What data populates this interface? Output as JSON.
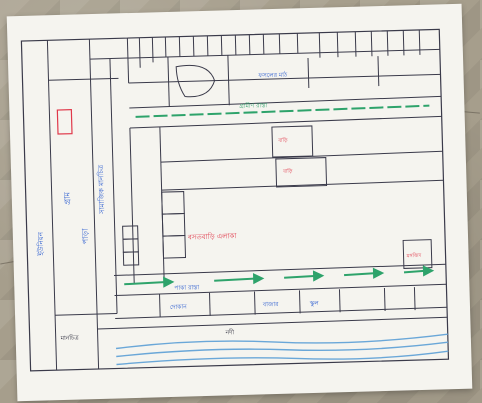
{
  "map": {
    "colors": {
      "ink_black": "#2a2a3a",
      "ink_blue": "#2f5fd0",
      "ink_green": "#2ea36b",
      "ink_red": "#e0384a"
    },
    "labels": {
      "left_vertical_text_1": "ইউনিয়ন",
      "left_vertical_text_2": "গ্রাম",
      "left_vertical_text_3": "পাড়া",
      "left_vertical_text_4": "সামাজিক মানচিত্র",
      "road_label_green_top": "গ্রামীণ রাস্তা",
      "field_label_top": "ফসলের মাঠ",
      "red_small_1": "বাড়ি",
      "red_small_2": "বাড়ি",
      "red_main_label": "বসতবাড়ি এলাকা",
      "red_label_right": "মসজিদ",
      "blue_road_label": "পাকা রাস্তা",
      "blue_bottom_label_1": "দোকান",
      "blue_bottom_label_2": "বাজার",
      "blue_bottom_label_3": "স্কুল",
      "river_label": "নদী",
      "corner_note": "মানচিত্র"
    }
  }
}
